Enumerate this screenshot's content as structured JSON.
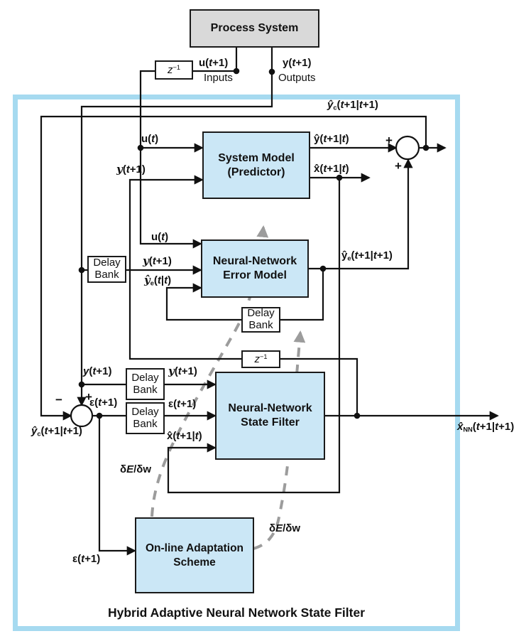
{
  "title": "Hybrid Adaptive Neural Network State Filter",
  "colors": {
    "frame_blue": "#a6daf0",
    "module_fill_blue": "#cbe7f6",
    "process_fill_gray": "#d9d9d9",
    "line_black": "#111111",
    "gradient_dash_gray": "#9c9c9c"
  },
  "boxes": {
    "process_system": {
      "label": "Process System"
    },
    "system_model": {
      "line1": "System Model",
      "line2": "(Predictor)"
    },
    "error_model": {
      "line1": "Neural-Network",
      "line2": "Error Model"
    },
    "state_filter": {
      "line1": "Neural-Network",
      "line2": "State Filter"
    },
    "adaptation": {
      "line1": "On-line Adaptation",
      "line2": "Scheme"
    },
    "delay_bank": {
      "line1": "Delay",
      "line2": "Bank"
    },
    "unit_delay": [
      {
        "t": "z",
        "s": "i"
      },
      {
        "t": "−1",
        "s": "sup"
      }
    ]
  },
  "signals": {
    "inputs_caption": "Inputs",
    "outputs_caption": "Outputs",
    "u_next": [
      {
        "t": "u",
        "s": "v"
      },
      {
        "t": "(",
        "s": "n"
      },
      {
        "t": "t",
        "s": "i"
      },
      {
        "t": "+1)",
        "s": "n"
      }
    ],
    "y_next": [
      {
        "t": "y",
        "s": "v"
      },
      {
        "t": "(",
        "s": "n"
      },
      {
        "t": "t",
        "s": "i"
      },
      {
        "t": "+1)",
        "s": "n"
      }
    ],
    "u_t": [
      {
        "t": "u",
        "s": "v"
      },
      {
        "t": "(",
        "s": "n"
      },
      {
        "t": "t",
        "s": "i"
      },
      {
        "t": ")",
        "s": "n"
      }
    ],
    "y_script": [
      {
        "t": "y",
        "s": "sc"
      },
      {
        "t": "(",
        "s": "n"
      },
      {
        "t": "t",
        "s": "i"
      },
      {
        "t": "+1)",
        "s": "n"
      }
    ],
    "y_bold": [
      {
        "t": "y",
        "s": "vi"
      },
      {
        "t": "(",
        "s": "n"
      },
      {
        "t": "t",
        "s": "i"
      },
      {
        "t": "+1)",
        "s": "n"
      }
    ],
    "eps": [
      {
        "t": "ε",
        "s": "v"
      },
      {
        "t": "(",
        "s": "n"
      },
      {
        "t": "t",
        "s": "i"
      },
      {
        "t": "+1)",
        "s": "n"
      }
    ],
    "yc_hat": [
      {
        "t": "ŷ",
        "s": "iv"
      },
      {
        "t": "c",
        "s": "sub"
      },
      {
        "t": "(",
        "s": "n"
      },
      {
        "t": "t",
        "s": "i"
      },
      {
        "t": "+1|",
        "s": "n"
      },
      {
        "t": "t",
        "s": "i"
      },
      {
        "t": "+1)",
        "s": "n"
      }
    ],
    "y_hat_pred": [
      {
        "t": "ŷ",
        "s": "v"
      },
      {
        "t": "(",
        "s": "n"
      },
      {
        "t": "t",
        "s": "i"
      },
      {
        "t": "+1|",
        "s": "n"
      },
      {
        "t": "t",
        "s": "i"
      },
      {
        "t": ")",
        "s": "n"
      }
    ],
    "x_hat_pred": [
      {
        "t": "x̂",
        "s": "v"
      },
      {
        "t": "(",
        "s": "n"
      },
      {
        "t": "t",
        "s": "i"
      },
      {
        "t": "+1|",
        "s": "n"
      },
      {
        "t": "t",
        "s": "i"
      },
      {
        "t": ")",
        "s": "n"
      }
    ],
    "ye_hat_in": [
      {
        "t": "ŷ",
        "s": "sc"
      },
      {
        "t": "e",
        "s": "sub"
      },
      {
        "t": "(",
        "s": "n"
      },
      {
        "t": "t",
        "s": "i"
      },
      {
        "t": "|",
        "s": "n"
      },
      {
        "t": "t",
        "s": "i"
      },
      {
        "t": ")",
        "s": "n"
      }
    ],
    "ye_hat_out": [
      {
        "t": "ŷ",
        "s": "v"
      },
      {
        "t": "e",
        "s": "sub"
      },
      {
        "t": "(",
        "s": "n"
      },
      {
        "t": "t",
        "s": "i"
      },
      {
        "t": "+1|",
        "s": "n"
      },
      {
        "t": "t",
        "s": "i"
      },
      {
        "t": "+1)",
        "s": "n"
      }
    ],
    "x_nn": [
      {
        "t": "x̂",
        "s": "vi"
      },
      {
        "t": "NN",
        "s": "sub"
      },
      {
        "t": "(",
        "s": "n"
      },
      {
        "t": "t",
        "s": "i"
      },
      {
        "t": "+1|",
        "s": "n"
      },
      {
        "t": "t",
        "s": "i"
      },
      {
        "t": "+1)",
        "s": "n"
      }
    ],
    "grad": [
      {
        "t": "δ",
        "s": "n"
      },
      {
        "t": "E",
        "s": "i"
      },
      {
        "t": "/δ",
        "s": "n"
      },
      {
        "t": "w",
        "s": "v"
      }
    ]
  },
  "operators": {
    "plus": "+",
    "minus": "−"
  }
}
